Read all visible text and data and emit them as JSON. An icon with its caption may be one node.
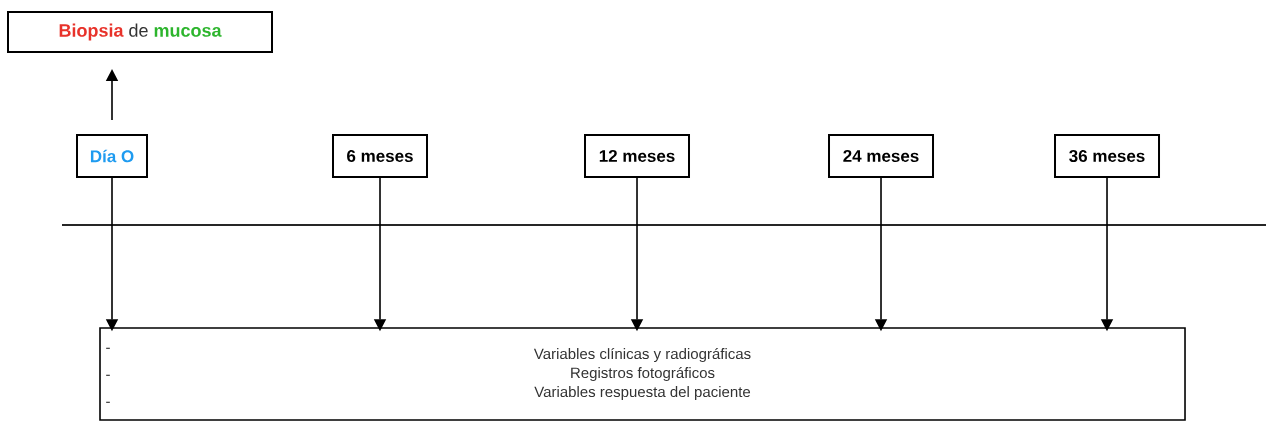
{
  "diagram": {
    "nodes": [
      {
        "text": [
          "Biopsia",
          "de",
          "mucosa"
        ]
      },
      {
        "text": [
          "Día O"
        ]
      },
      {
        "text": [
          "6 meses"
        ]
      },
      {
        "text": [
          "12 meses"
        ]
      },
      {
        "text": [
          "24 meses"
        ]
      },
      {
        "text": [
          "36 meses"
        ]
      },
      {
        "text": [
          "Variables clínicas y radiográficas",
          "Registros fotográficos",
          "Variables respuesta del paciente"
        ]
      }
    ],
    "edges": [
      {
        "from": 1,
        "to": 0,
        "arrow": "to"
      },
      {
        "from": 1,
        "to": 6,
        "arrow": "to"
      },
      {
        "from": 2,
        "to": 6,
        "arrow": "to"
      },
      {
        "from": 3,
        "to": 6,
        "arrow": "to"
      },
      {
        "from": 4,
        "to": 6,
        "arrow": "to"
      },
      {
        "from": 5,
        "to": 6,
        "arrow": "to"
      }
    ],
    "labels": [
      "-",
      "-",
      "-"
    ]
  }
}
